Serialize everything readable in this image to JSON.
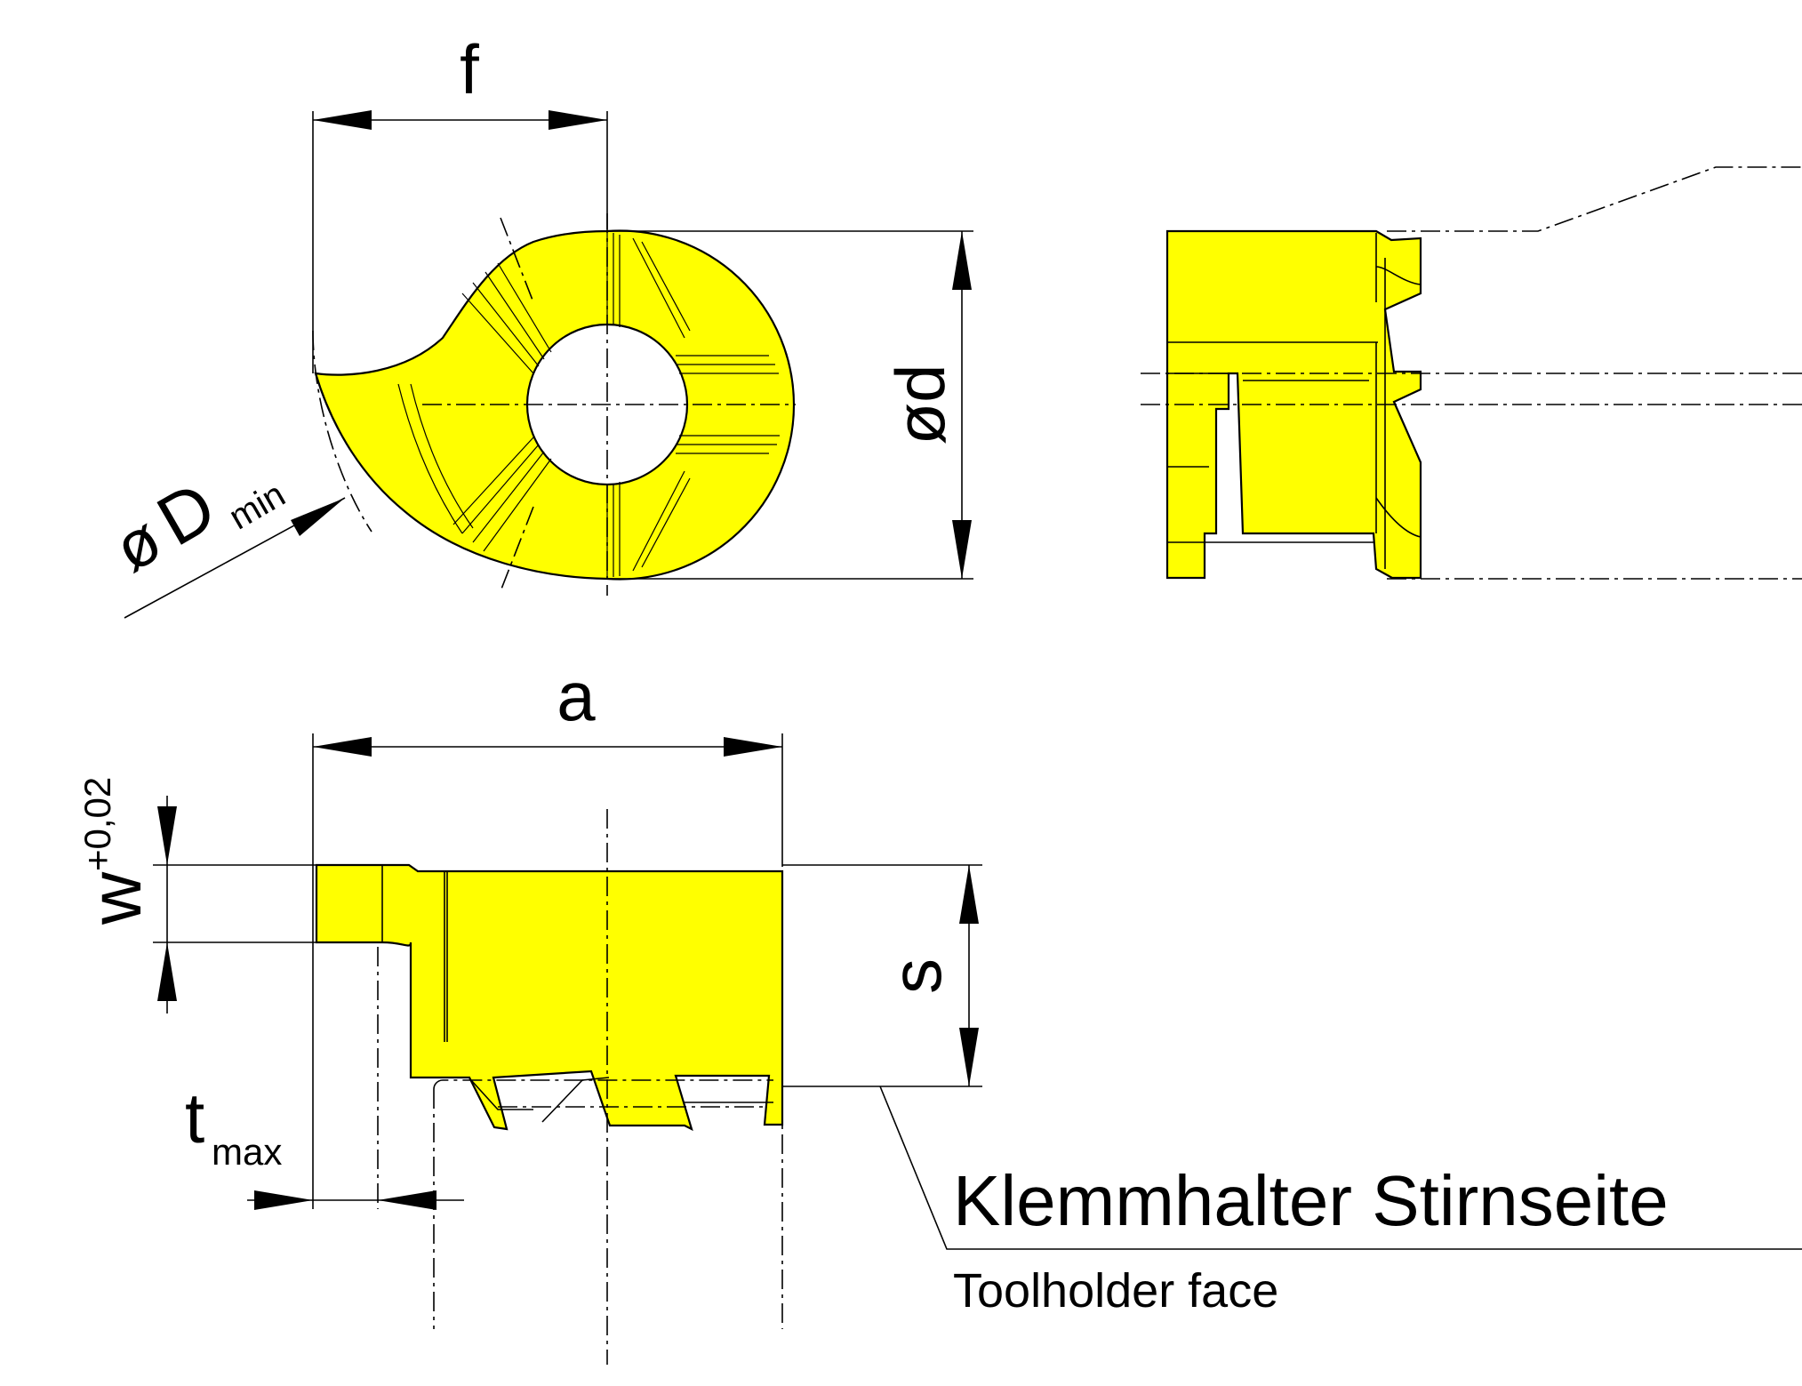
{
  "colors": {
    "insert": "#ffff00",
    "lines": "#000000",
    "background": "#ffffff"
  },
  "labels": {
    "f": "f",
    "d": "ød",
    "d_min_symbol": "ø",
    "d_min_letter": "D",
    "d_min_sub": "min",
    "a": "a",
    "w": "w",
    "w_tol": "+0,02",
    "s": "s",
    "t": "t",
    "t_sub": "max",
    "face_de": "Klemmhalter Stirnseite",
    "face_en": "Toolholder face"
  }
}
